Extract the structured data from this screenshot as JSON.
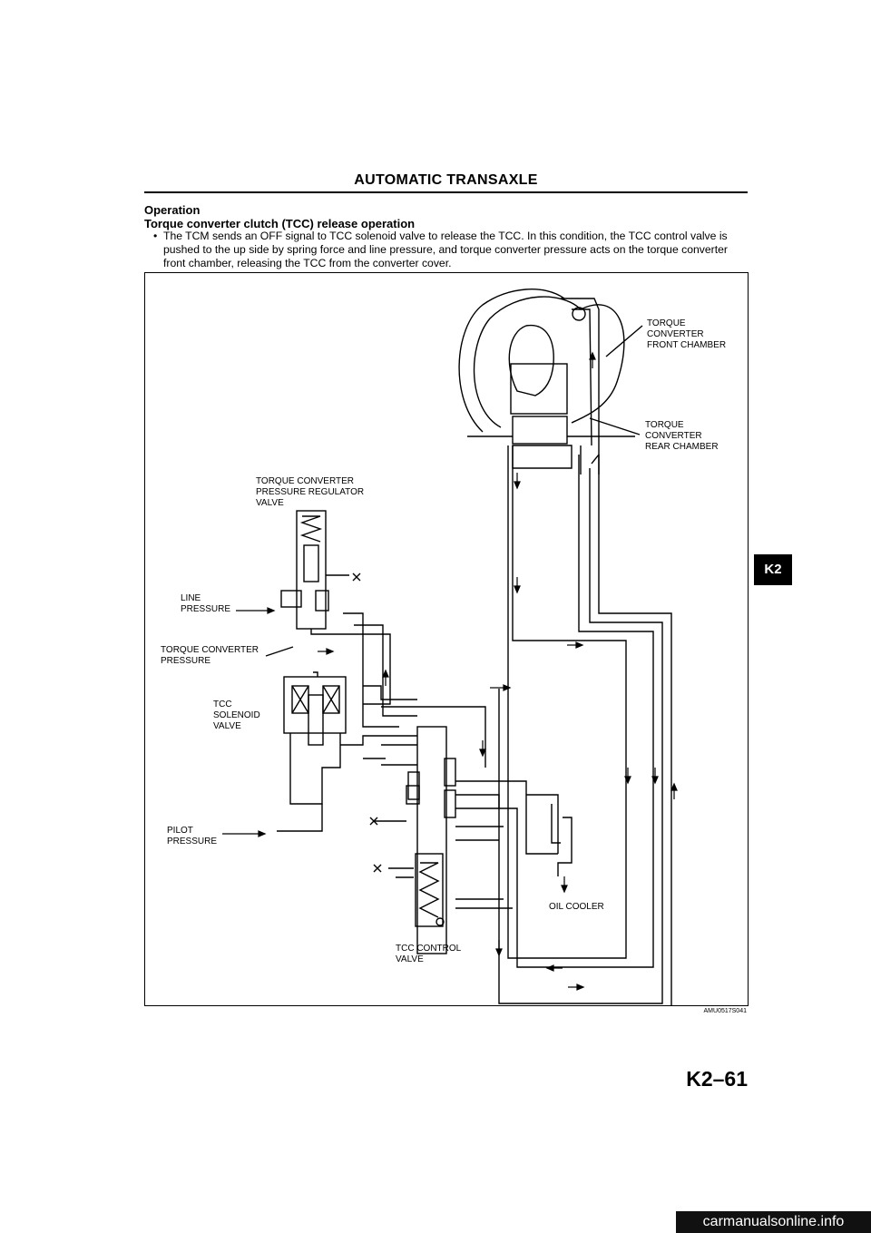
{
  "header": {
    "title": "AUTOMATIC TRANSAXLE"
  },
  "section": {
    "heading": "Operation",
    "subheading": "Torque converter clutch (TCC) release operation"
  },
  "bullets": [
    {
      "marker": "•",
      "text": "The TCM sends an OFF signal to TCC solenoid valve to release the TCC. In this condition, the TCC control valve is pushed to the up side by spring force and line pressure, and torque converter pressure acts on the torque converter front chamber, releasing the TCC from the converter cover."
    }
  ],
  "figure": {
    "labels": {
      "front_chamber": [
        "TORQUE",
        "CONVERTER",
        "FRONT CHAMBER"
      ],
      "rear_chamber": [
        "TORQUE",
        "CONVERTER",
        "REAR CHAMBER"
      ],
      "regulator_valve": [
        "TORQUE CONVERTER",
        "PRESSURE REGULATOR",
        "VALVE"
      ],
      "line_pressure": [
        "LINE",
        "PRESSURE"
      ],
      "converter_pressure": [
        "TORQUE CONVERTER",
        "PRESSURE"
      ],
      "solenoid_valve": [
        "TCC",
        "SOLENOID",
        "VALVE"
      ],
      "pilot_pressure": [
        "PILOT",
        "PRESSURE"
      ],
      "oil_cooler": [
        "OIL COOLER"
      ],
      "control_valve": [
        "TCC CONTROL",
        "VALVE"
      ]
    },
    "id": "AMU0517S041"
  },
  "side_tab": "K2",
  "page_number": "K2–61",
  "watermark": "carmanualsonline.info"
}
